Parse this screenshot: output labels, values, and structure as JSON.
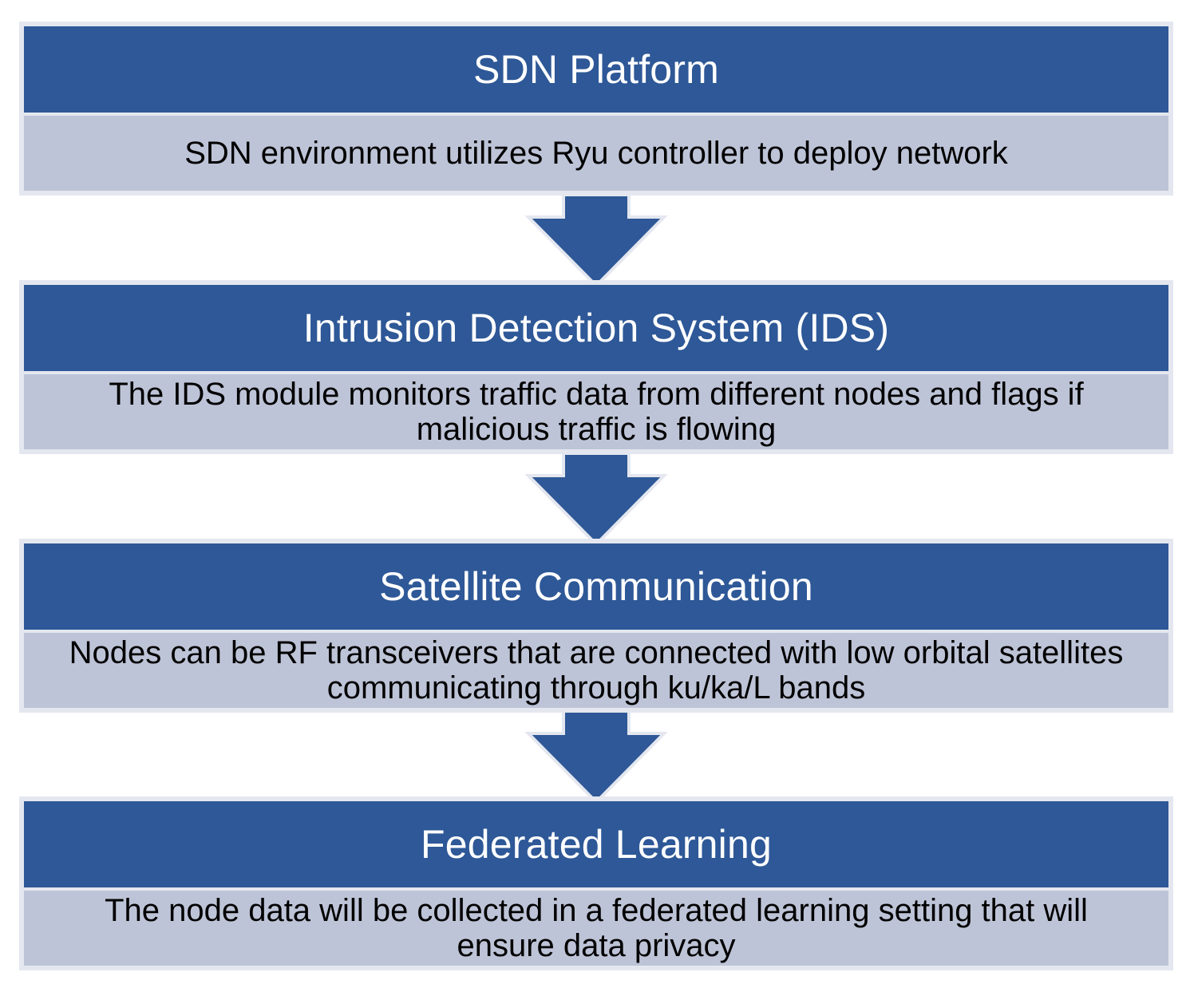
{
  "colors": {
    "header_fill": "#2e5897",
    "body_fill": "#bec4d7",
    "frame_fill": "#e4e7ef",
    "arrow_fill": "#2e5897"
  },
  "steps": [
    {
      "title": "SDN Platform",
      "description": "SDN environment utilizes Ryu controller to deploy network"
    },
    {
      "title": "Intrusion Detection System (IDS)",
      "description": "The IDS module monitors traffic data from different nodes and flags if malicious traffic is flowing"
    },
    {
      "title": "Satellite Communication",
      "description": "Nodes can be RF transceivers that are connected with low orbital satellites communicating through ku/ka/L bands"
    },
    {
      "title": "Federated Learning",
      "description": "The node data will be collected in a federated learning setting that will ensure data privacy"
    }
  ],
  "arrows": [
    {
      "from": "SDN Platform",
      "to": "Intrusion Detection System (IDS)"
    },
    {
      "from": "Intrusion Detection System (IDS)",
      "to": "Satellite Communication"
    },
    {
      "from": "Satellite Communication",
      "to": "Federated Learning"
    }
  ]
}
